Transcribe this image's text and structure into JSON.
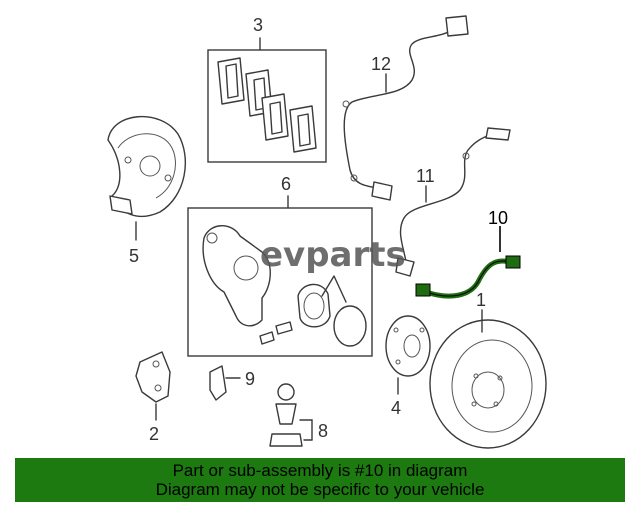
{
  "callouts": {
    "c1": "1",
    "c2": "2",
    "c3": "3",
    "c4": "4",
    "c5": "5",
    "c6": "6",
    "c8": "8",
    "c9": "9",
    "c10": "10",
    "c11": "11",
    "c12": "12"
  },
  "watermark": "evparts",
  "colors": {
    "banner": "#1c7a10",
    "hose": "#1f6b12"
  },
  "banner": {
    "line1": "Part or sub-assembly is #10 in diagram",
    "line2": "Diagram may not be specific to your vehicle"
  }
}
